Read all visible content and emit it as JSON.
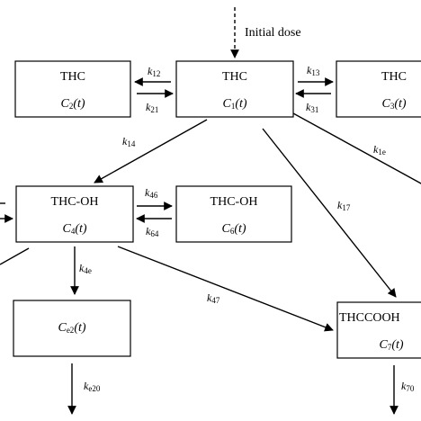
{
  "initial_dose": "Initial dose",
  "compartments": {
    "c1": {
      "name": "THC",
      "conc": "C",
      "conc_sub": "1",
      "conc_arg": "(t)"
    },
    "c2": {
      "name": "THC",
      "conc": "C",
      "conc_sub": "2",
      "conc_arg": "(t)"
    },
    "c3": {
      "name": "THC",
      "conc": "C",
      "conc_sub": "3",
      "conc_arg": "(t)"
    },
    "c4": {
      "name": "THC-OH",
      "conc": "C",
      "conc_sub": "4",
      "conc_arg": "(t)"
    },
    "c6": {
      "name": "THC-OH",
      "conc": "C",
      "conc_sub": "6",
      "conc_arg": "(t)"
    },
    "ce2": {
      "name": "",
      "conc": "C",
      "conc_sub": "e2",
      "conc_arg": "(t)"
    },
    "c7": {
      "name": "THCCOOH",
      "conc": "C",
      "conc_sub": "7",
      "conc_arg": "(t)"
    }
  },
  "rates": {
    "k12": {
      "k": "k",
      "sub": "12"
    },
    "k21": {
      "k": "k",
      "sub": "21"
    },
    "k13": {
      "k": "k",
      "sub": "13"
    },
    "k31": {
      "k": "k",
      "sub": "31"
    },
    "k14": {
      "k": "k",
      "sub": "14"
    },
    "k1e": {
      "k": "k",
      "sub": "1e"
    },
    "k17": {
      "k": "k",
      "sub": "17"
    },
    "k46": {
      "k": "k",
      "sub": "46"
    },
    "k64": {
      "k": "k",
      "sub": "64"
    },
    "k4e": {
      "k": "k",
      "sub": "4e"
    },
    "k47": {
      "k": "k",
      "sub": "47"
    },
    "ke20": {
      "k": "k",
      "sub": "e20"
    },
    "k70": {
      "k": "k",
      "sub": "70"
    }
  }
}
